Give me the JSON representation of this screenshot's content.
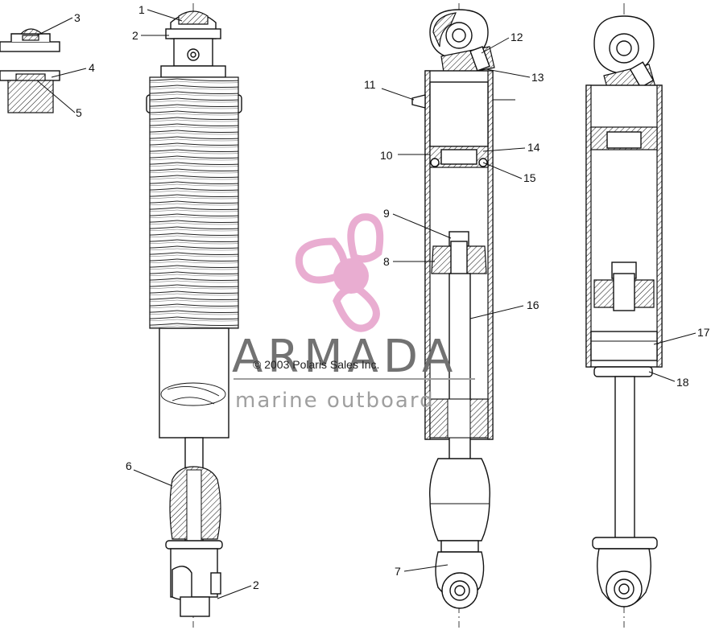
{
  "callouts": {
    "c1": "1",
    "c2a": "2",
    "c3": "3",
    "c4": "4",
    "c5": "5",
    "c6": "6",
    "c2b": "2",
    "c7": "7",
    "c8": "8",
    "c9": "9",
    "c10": "10",
    "c11": "11",
    "c12": "12",
    "c13": "13",
    "c14": "14",
    "c15": "15",
    "c16": "16",
    "c17": "17",
    "c18": "18"
  },
  "copyright": "© 2003 Polaris Sales Inc.",
  "watermark": {
    "title": "ARMADA",
    "subtitle": "marine outboard",
    "color": "#e8a9cf",
    "text_color": "#6b6b6b"
  }
}
